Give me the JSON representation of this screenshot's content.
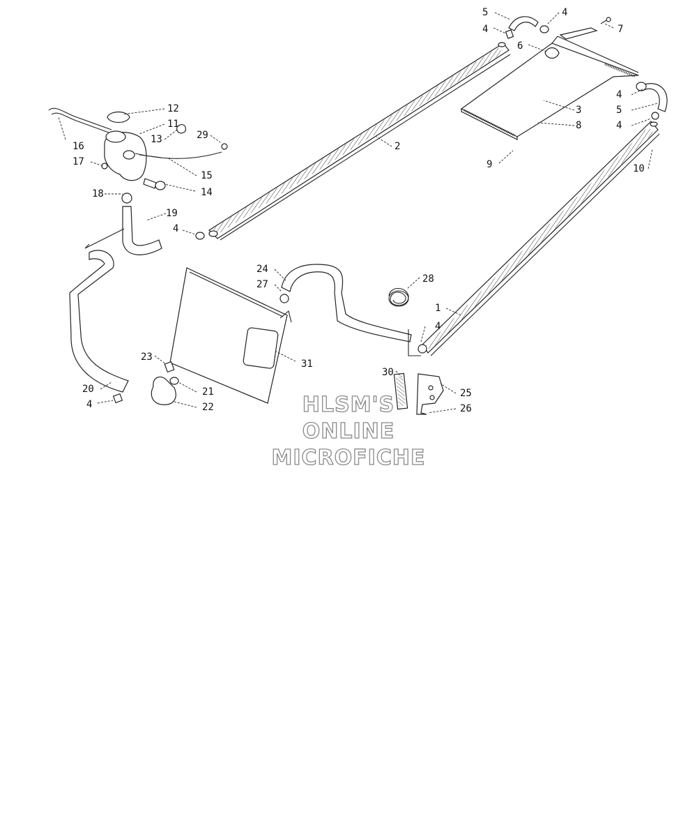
{
  "diagram": {
    "callouts": [
      {
        "id": "c5a",
        "text": "5"
      },
      {
        "id": "c4a",
        "text": "4"
      },
      {
        "id": "c4b",
        "text": "4"
      },
      {
        "id": "c7",
        "text": "7"
      },
      {
        "id": "c6",
        "text": "6"
      },
      {
        "id": "c12",
        "text": "12"
      },
      {
        "id": "c11",
        "text": "11"
      },
      {
        "id": "c16",
        "text": "16"
      },
      {
        "id": "c13",
        "text": "13"
      },
      {
        "id": "c29",
        "text": "29"
      },
      {
        "id": "c2",
        "text": "2"
      },
      {
        "id": "c4c",
        "text": "4"
      },
      {
        "id": "c3",
        "text": "3"
      },
      {
        "id": "c5b",
        "text": "5"
      },
      {
        "id": "c4d",
        "text": "4"
      },
      {
        "id": "c8",
        "text": "8"
      },
      {
        "id": "c17",
        "text": "17"
      },
      {
        "id": "c15",
        "text": "15"
      },
      {
        "id": "c9",
        "text": "9"
      },
      {
        "id": "c10",
        "text": "10"
      },
      {
        "id": "c18",
        "text": "18"
      },
      {
        "id": "c14",
        "text": "14"
      },
      {
        "id": "c19",
        "text": "19"
      },
      {
        "id": "c4e",
        "text": "4"
      },
      {
        "id": "c24",
        "text": "24"
      },
      {
        "id": "c28",
        "text": "28"
      },
      {
        "id": "c27",
        "text": "27"
      },
      {
        "id": "c1",
        "text": "1"
      },
      {
        "id": "c4f",
        "text": "4"
      },
      {
        "id": "c23",
        "text": "23"
      },
      {
        "id": "c31",
        "text": "31"
      },
      {
        "id": "c30",
        "text": "30"
      },
      {
        "id": "c25",
        "text": "25"
      },
      {
        "id": "c20",
        "text": "20"
      },
      {
        "id": "c21",
        "text": "21"
      },
      {
        "id": "c4g",
        "text": "4"
      },
      {
        "id": "c22",
        "text": "22"
      },
      {
        "id": "c26",
        "text": "26"
      }
    ]
  },
  "watermark": {
    "line1": "HLSM'S",
    "line2": "ONLINE",
    "line3": "MICROFICHE"
  }
}
